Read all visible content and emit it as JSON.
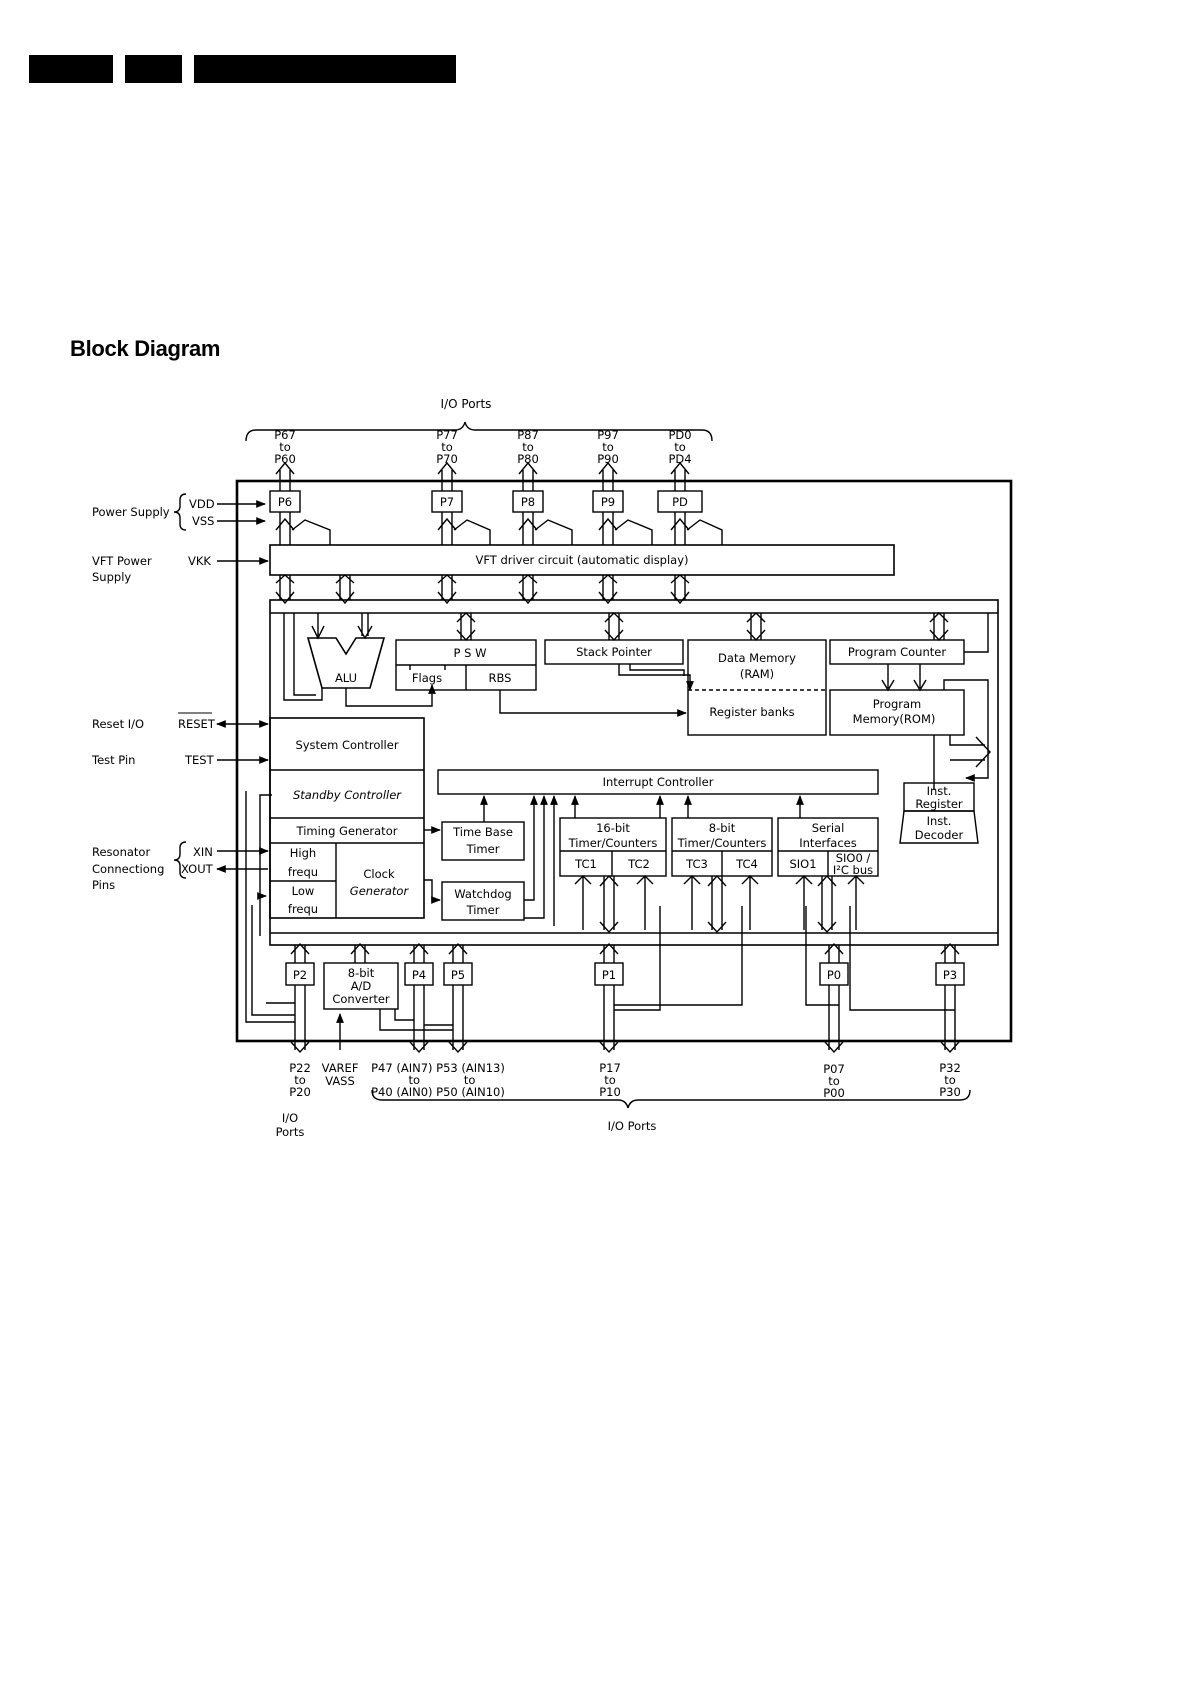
{
  "page": {
    "title": "Block Diagram"
  },
  "diagram": {
    "top_group_label": "I/O Ports",
    "bottom_group_label": "I/O Ports",
    "bottom_left_group_label": [
      "I/O",
      "Ports"
    ],
    "top_port_ranges": [
      [
        "P67",
        "to",
        "P60"
      ],
      [
        "P77",
        "to",
        "P70"
      ],
      [
        "P87",
        "to",
        "P80"
      ],
      [
        "P97",
        "to",
        "P90"
      ],
      [
        "PD0",
        "to",
        "PD4"
      ]
    ],
    "top_ports": [
      "P6",
      "P7",
      "P8",
      "P9",
      "PD"
    ],
    "bottom_ports": [
      "P2",
      "P4",
      "P5",
      "P1",
      "P0",
      "P3"
    ],
    "bottom_port_labels": {
      "p2": [
        "P22",
        "to",
        "P20"
      ],
      "vref": [
        "VAREF",
        "VASS"
      ],
      "p45": [
        "P47 (AIN7) P53 (AIN13)",
        "to            to",
        "P40 (AIN0) P50 (AIN10)"
      ],
      "p1": [
        "P17",
        "to",
        "P10"
      ],
      "p0": [
        "P07",
        "to",
        "P00"
      ],
      "p3": [
        "P32",
        "to",
        "P30"
      ]
    },
    "left_labels": {
      "power_supply": "Power Supply",
      "vdd": "VDD",
      "vss": "VSS",
      "vft_power": [
        "VFT Power",
        "Supply"
      ],
      "vkk": "VKK",
      "reset_io": "Reset I/O",
      "reset": "RESET",
      "test_pin": "Test Pin",
      "test": "TEST",
      "resonator": [
        "Resonator",
        "Connectiong",
        "Pins"
      ],
      "xin": "XIN",
      "xout": "XOUT"
    },
    "blocks": {
      "vft_driver": "VFT driver circuit (automatic display)",
      "alu": "ALU",
      "psw": "P   S   W",
      "flags": "Flags",
      "rbs": "RBS",
      "stack_pointer": "Stack Pointer",
      "data_memory": [
        "Data Memory",
        "(RAM)"
      ],
      "register_banks": "Register banks",
      "program_counter": "Program Counter",
      "program_memory": [
        "Program",
        "Memory(ROM)"
      ],
      "system_controller": "System Controller",
      "standby_controller": "Standby Controller",
      "timing_generator": "Timing Generator",
      "high_frequ": [
        "High",
        "frequ"
      ],
      "low_frequ": [
        "Low",
        "frequ"
      ],
      "clock_generator": [
        "Clock",
        "Generator"
      ],
      "interrupt_controller": "Interrupt Controller",
      "time_base_timer": [
        "Time Base",
        "Timer"
      ],
      "watchdog_timer": [
        "Watchdog",
        "Timer"
      ],
      "timer16": [
        "16-bit",
        "Timer/Counters"
      ],
      "tc1": "TC1",
      "tc2": "TC2",
      "timer8": [
        "8-bit",
        "Timer/Counters"
      ],
      "tc3": "TC3",
      "tc4": "TC4",
      "serial": [
        "Serial",
        "Interfaces"
      ],
      "sio1": "SIO1",
      "sio0": [
        "SIO0 /",
        "I²C bus"
      ],
      "ad_converter": [
        "8-bit",
        "A/D",
        "Converter"
      ],
      "inst_register": [
        "Inst.",
        "Register"
      ],
      "inst_decoder": [
        "Inst.",
        "Decoder"
      ]
    }
  }
}
